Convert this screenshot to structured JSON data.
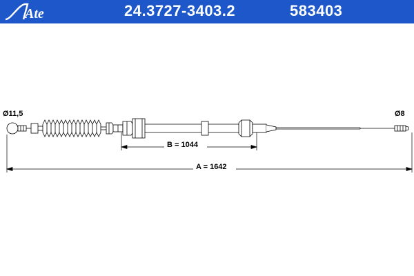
{
  "header": {
    "brand": "Ate",
    "part_number": "24.3727-3403.2",
    "ref_number": "583403",
    "background_color": "#1d57c9"
  },
  "drawing": {
    "left_diameter_label": "Ø11,5",
    "right_diameter_label": "Ø8",
    "dimension_b_label": "B = 1044",
    "dimension_a_label": "A = 1642"
  }
}
